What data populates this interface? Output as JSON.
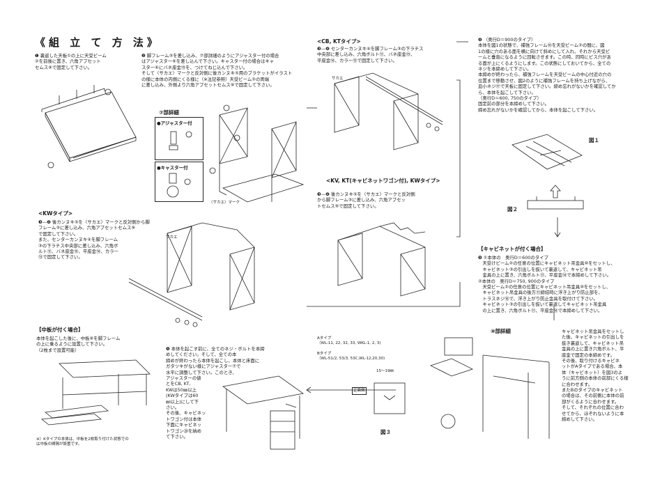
{
  "title": "《組 立 て 方 法》",
  "step1": "❶ 裏返した天板①の上に天受ビーム\n②を前後に置き、六角アプセット\nセムス⑨で固定して下さい。",
  "step2": "❷ 脚フレーム③を差し込み、⑦部詳細のようにアジャスター付の場合\nはアジャスター⑥を差し込んで下さい。キャスター付の場合はキャ\nスター⑥にバネ座金⑮を、つけてねじ込んで下さい。\nそして〈サカエ〉マークと反対側に後カンヌキ⑤用のブラケットがイラスト\nの様に本体の内側にくる様に（※注記参照）天受ビーム②の両端\nに差し込み、外側より六角アプセットセムス⑨で固定して下さい。",
  "detail_a": "⑦部詳細",
  "adjuster_label": "●アジャスター付",
  "caster_label": "●キャスター付",
  "kw_type": "<KWタイプ>",
  "kw_step": "❸—❹ 後カンヌキ⑤を〈サカエ〉マークと反対側から脚\nフレーム③に差し込み、六角アプセットセムス⑨\nで固定して下さい。\nまた、センターカンヌキ④を脚フレーム\n③の下ラチス中央部に差し込み、六角ボ\nルト⑪、バネ座金⑮、平座金⑭、カラー\n⑬で固定して下さい。",
  "cb_kt_type": "<CB, KTタイプ>",
  "cb_step": "❸—❹ センターカンヌキ④を脚フレーム③の下ラチス\n中央部に差し込み、六角ボルト⑪、バネ座金⑮、\n平座金⑭、カラー⑬で固定して下さい。",
  "kv_type": "<KV, KT(キャビネットワゴン付), KWタイプ>",
  "kv_step": "❸—❹ 後カンヌキ⑤を〈サカエ〉マークと反対側\nから脚フレーム③に差し込み、六角アプセッ\nトセムス⑨で固定して下さい。",
  "step4": "❹ （奥行D＝900のタイプ）\n本体を図1の状態で、補強フレーム⑯を天受ビーム②の間に、図\n1の様に穴のある面を横に向けて斜めにして入れ、それから天受ビ\nームと垂直になるように回転させます。この時、同時にビス穴があ\nる面が上にくるようにします。この状態にしておいてから、全ての\nネジを本締めして下さい。\n本締めが終わったら、補強フレームを天受ビームの中心付近の穴の\n位置まで移動させ、図2のように補強フレームを持ち上げながら、\n皿小ネジ⑰で天板に固定して下さい。締め忘れがないかを確認してか\nら、本体を起こして下さい。\n（奥行D＝600, 750のタイプ）\n固定前の部分を本締めして下さい。\n締め忘れがないかを確認してから、本体を起こして下さい。",
  "fig1": "図１",
  "fig2": "図２",
  "fig3": "図３",
  "cabinet_heading": "【キャビネットが付く場合】",
  "cabinet_steps": "❺ ①本体の　奥行D＝600のタイプ\n　天受けビーム②の任意の位置にキャビネット吊金具⑩をセットし、\n　キャビネット③の引出しを抜いて裏返して、キャビネット吊\n　金具の上に置き、六角ボルト⑪、平座金⑭で本締めして下さい。\n②本体の　奥行D＝750, 900のタイプ\n　天受ビーム②の任意の位置にキャビネット吊金具⑩をセットし、\n　キャビネット吊金具の後方⑪締結時に浮き上がり防止部を、\n　トラスネジ⑱で、浮き上がり防止金具を取付けて下さい。\n　キャビネット③の引出しを抜いて裏返してキャビネット吊金具\n　の上に置き、六角ボルト⑪、平座金⑭で本締めして下さい。",
  "middle_shelf_heading": "【中板が付く場合】",
  "middle_shelf_text": "本体を起こした後に、中板⑧を脚フレーム\nの上に乗るように設置して下さい。\n（2枚まで設置可能）",
  "middle_note": "※）Kタイプの本体は、中板を2枚取り付けた状態での\nは中板の間隔が設置です。",
  "step5": "❺ 本体を起こす前に、全てのネジ・ボルトを本締\nめしてください。そして、全ての本\n締めが終わったら本体を起こし、本体と床面に\nガタツキがない様にアジャスター⑦で\n水平に調整して下さい。このとき、\nアジャスターの値\nとをCB, KT,\nKWは50㎜以上\n(KWタイプは60\n㎜以上)にして下\nさい。\nその後、キャビネッ\nトワゴン付は本体\n下面にキャビネッ\nトワゴン⑳を納め\nて下さい。",
  "types_a": "Aタイプ\n（WL-11, 22, 32, 33, WKL-1, 2, 3)",
  "types_b": "Bタイプ\n（WL-51/2, 53/3, 53C,WL-12,20,30)",
  "dim_label": "15～19㎜",
  "rear_label": "正面側",
  "detail_b": "⑩部詳細",
  "cabinet_right": "キャビネット吊金具をセットし\nた後、キャビネットの引出しを\n抜き裏返して、キャビネット吊\n金具の上に置き六角ボルト、平\n座金で固定の本締めです。\nその後、取り付けるキャビネ\nットがAタイプである場合、本\n体（キャビネット）を図3のよ\nうに前方側の本体の前部にくる様\nに合わせます。\nまたBのタイプのキャビネット\nの場合は、その前側に本体の前\n部がくるように合わせます。\nそして、それぞれの位置に合わ\nせてから、ほぞれないように本\n締めして下さい。",
  "sakae_mark": "〈サカエ〉マーク",
  "sakae_mark2": "サカエ",
  "sakae_mark3": "サカエ"
}
